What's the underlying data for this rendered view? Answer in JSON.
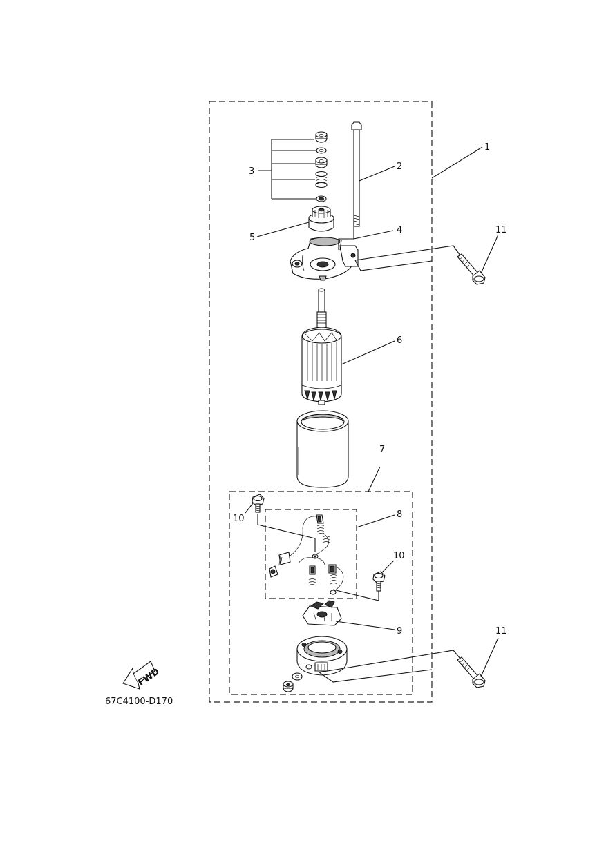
{
  "diagram_code": "67C4100-D170",
  "fwd_label": "FWD",
  "callouts": {
    "c1": "1",
    "c2": "2",
    "c3": "3",
    "c4": "4",
    "c5": "5",
    "c6": "6",
    "c7": "7",
    "c8": "8",
    "c9": "9",
    "c10a": "10",
    "c10b": "10",
    "c11a": "11",
    "c11b": "11"
  }
}
